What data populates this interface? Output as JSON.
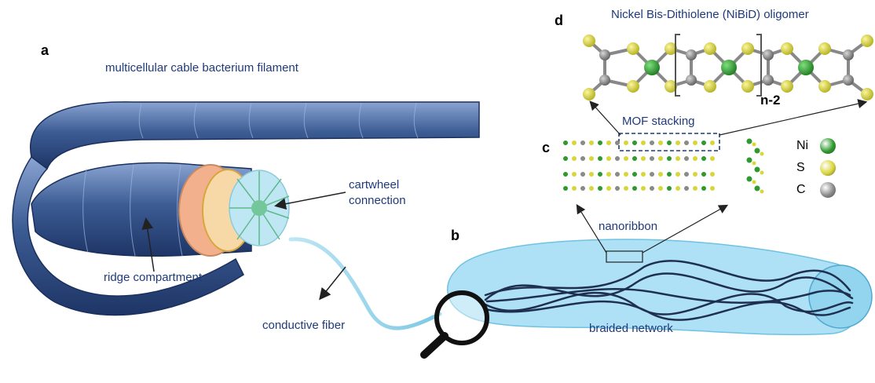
{
  "panels": {
    "a": "a",
    "b": "b",
    "c": "c",
    "d": "d"
  },
  "labels": {
    "filament": "multicellular cable bacterium filament",
    "cartwheel": "cartwheel\nconnection",
    "ridge": "ridge compartment",
    "fiber": "conductive fiber",
    "network": "braided network",
    "nanoribbon": "nanoribbon",
    "mof": "MOF stacking",
    "oligomer": "Nickel Bis-Dithiolene (NiBiD) oligomer",
    "repeat": "n-2"
  },
  "legend": [
    {
      "symbol": "Ni",
      "color": "#2e9a2e"
    },
    {
      "symbol": "S",
      "color": "#d8d63a"
    },
    {
      "symbol": "C",
      "color": "#8a8a8a"
    }
  ],
  "colors": {
    "filament": "#2f4f86",
    "filament_light": "#6f8fc4",
    "fiber": "#8fd3ea",
    "network_bg": "#aee1f5",
    "network_line": "#1f2f4f",
    "label": "#1f3a7a"
  }
}
